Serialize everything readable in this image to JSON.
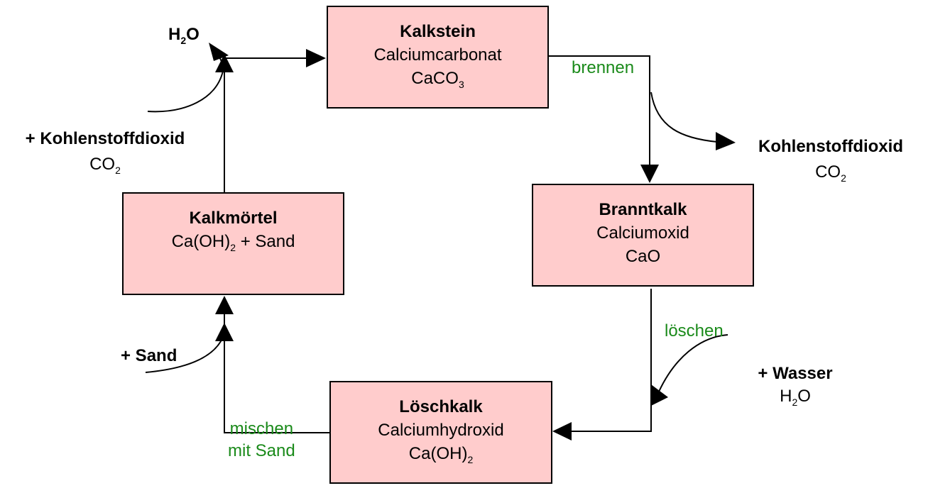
{
  "nodes": {
    "kalkstein": {
      "title": "Kalkstein",
      "line1": "Calciumcarbonat",
      "line2": "CaCO",
      "line2_sub": "3"
    },
    "branntkalk": {
      "title": "Branntkalk",
      "line1": "Calciumoxid",
      "line2": "CaO"
    },
    "loeschkalk": {
      "title": "Löschkalk",
      "line1": "Calciumhydroxid",
      "line2": "Ca(OH)",
      "line2_sub": "2"
    },
    "kalkmoertel": {
      "title": "Kalkmörtel",
      "line1_pre": "Ca(OH)",
      "line1_sub": "2",
      "line1_post": " + Sand"
    }
  },
  "processes": {
    "brennen": "brennen",
    "loeschen": "löschen",
    "mischen_line1": "mischen",
    "mischen_line2": "mit Sand"
  },
  "inputs_outputs": {
    "water_out": {
      "pre": "H",
      "sub": "2",
      "post": "O"
    },
    "co2_in": {
      "name": "+ Kohlenstoffdioxid",
      "formula_pre": "CO",
      "formula_sub": "2"
    },
    "co2_out": {
      "name": "Kohlenstoffdioxid",
      "formula_pre": "CO",
      "formula_sub": "2"
    },
    "water_in": {
      "name": "+ Wasser",
      "formula_pre": "H",
      "formula_sub": "2",
      "formula_post": "O"
    },
    "sand_in": {
      "name": "+ Sand"
    }
  },
  "colors": {
    "box_fill": "#ffcccc",
    "process_text": "#1a8a1a",
    "line": "#000000"
  }
}
